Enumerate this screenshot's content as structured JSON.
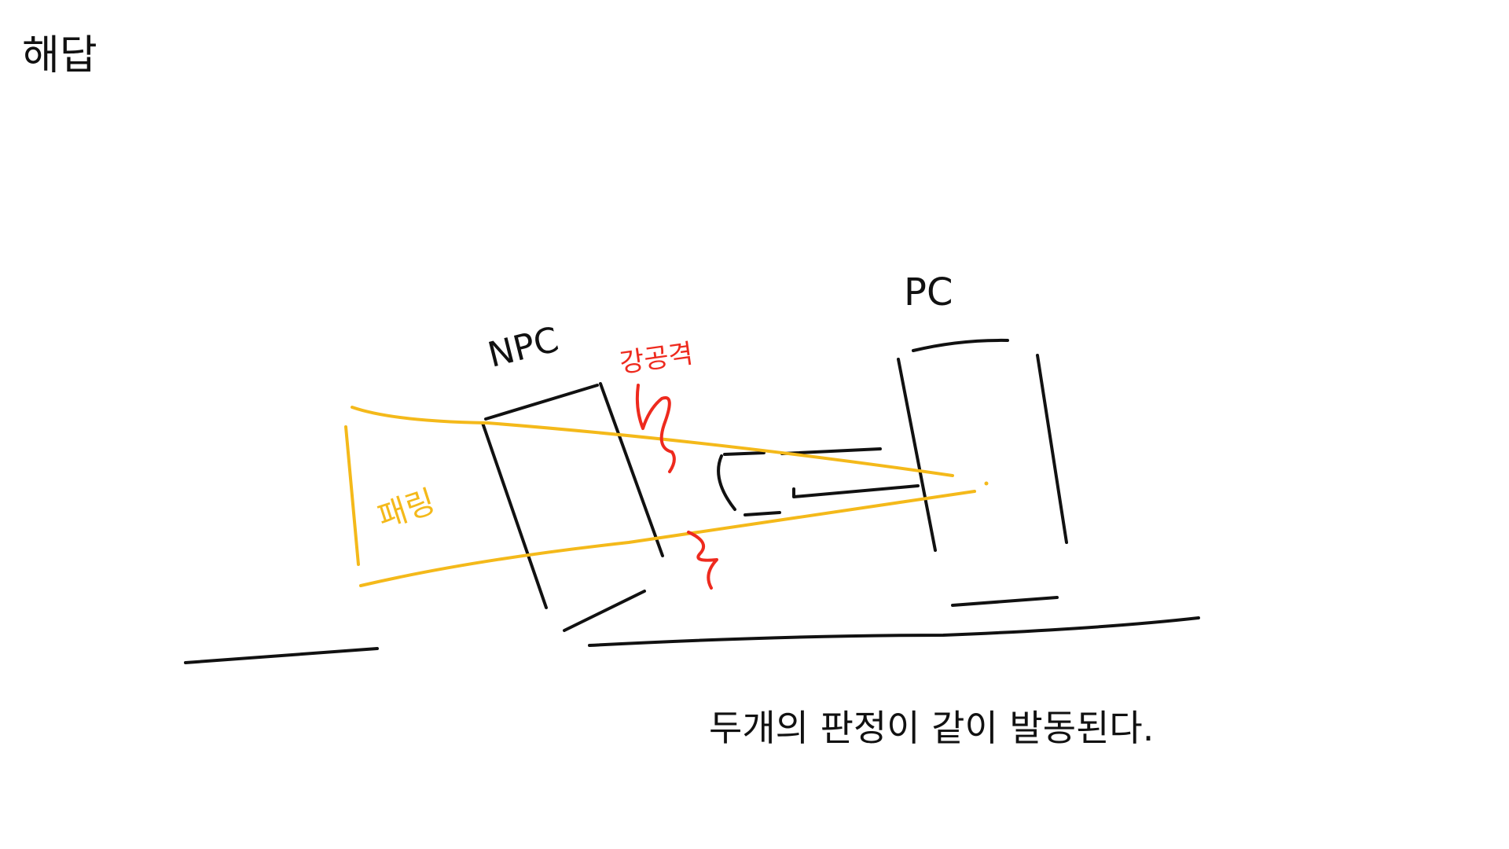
{
  "heading": "해답",
  "labels": {
    "npc": "NPC",
    "pc": "PC",
    "strong_attack": "강공격",
    "parry": "패링",
    "caption": "두개의 판정이 같이 발동된다."
  },
  "colors": {
    "ink": "#111111",
    "parry": "#f4b91a",
    "strong_attack": "#ee2a1e",
    "background": "#ffffff"
  }
}
